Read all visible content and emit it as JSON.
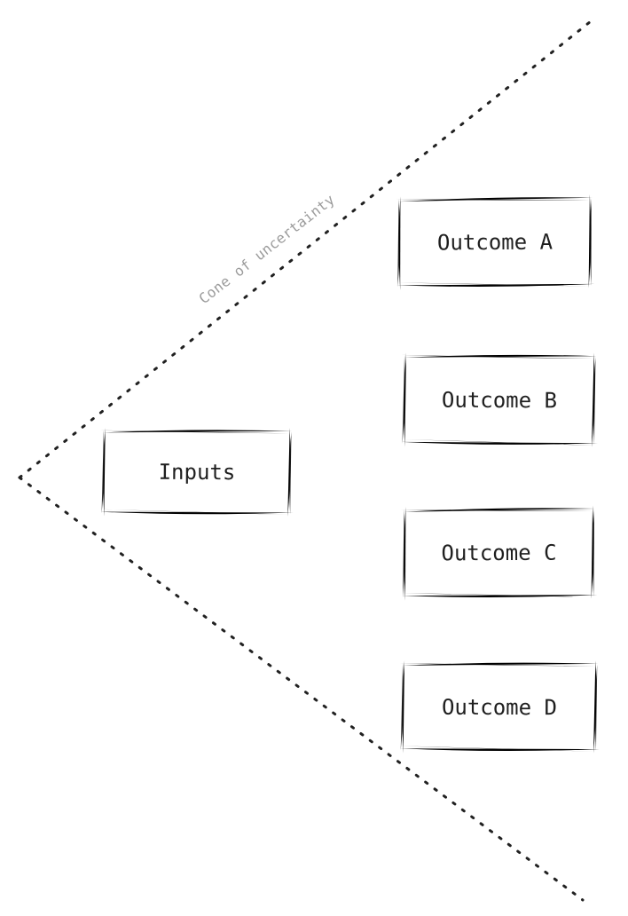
{
  "diagram": {
    "cone_label": "Cone of uncertainty",
    "input_box": {
      "label": "Inputs"
    },
    "outcomes": [
      {
        "label": "Outcome A"
      },
      {
        "label": "Outcome B"
      },
      {
        "label": "Outcome C"
      },
      {
        "label": "Outcome D"
      }
    ],
    "colors": {
      "line": "#212121",
      "cone_label": "#9b9b9b",
      "input_border": "#2d7ec3",
      "outcome_border": "#2f9e4f",
      "text": "#1f1f1f"
    }
  }
}
